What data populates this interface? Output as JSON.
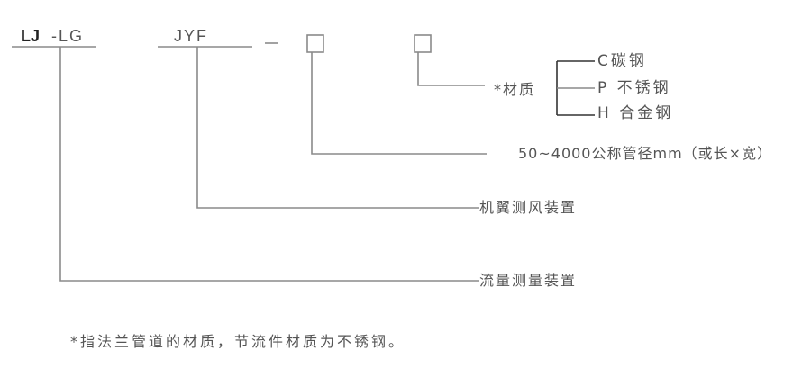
{
  "model_code": {
    "prefix": "LJ",
    "prefix_suffix": "-LG",
    "segment2": "JYF",
    "separator": "–",
    "placeholder_boxes": 2
  },
  "branches": [
    {
      "id": "material",
      "label": "*材质"
    },
    {
      "id": "size",
      "label": "50~4000公称管径mm（或长×宽）"
    },
    {
      "id": "device",
      "label": "机翼测风装置"
    },
    {
      "id": "series",
      "label": "流量测量装置"
    }
  ],
  "material_options": [
    {
      "code": "C",
      "name": "碳钢"
    },
    {
      "code": "P",
      "name": "不锈钢"
    },
    {
      "code": "H",
      "name": "合金钢"
    }
  ],
  "footnote": "*指法兰管道的材质，节流件材质为不锈钢。",
  "colors": {
    "line": "#8a8a8a",
    "text": "#555555",
    "text_dark": "#222222"
  }
}
